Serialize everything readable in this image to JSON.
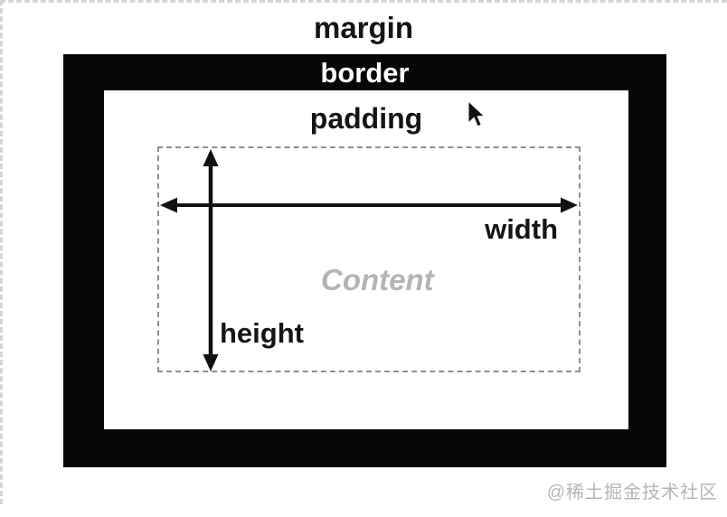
{
  "page": {
    "background": "#ffffff",
    "watermark": "@稀土掘金技术社区"
  },
  "box_model": {
    "margin_label": "margin",
    "border_label": "border",
    "padding_label": "padding",
    "content_label": "Content",
    "width_label": "width",
    "height_label": "height"
  },
  "colors": {
    "border_fill": "#060606",
    "label_text": "#151515",
    "border_label_text": "#ffffff",
    "content_text": "#b4b4b4",
    "content_dash": "#8f8f8f",
    "outer_margin_dash": "#d4d4d4",
    "arrow": "#111111",
    "watermark_text": "#b5b5b5"
  },
  "icons": {
    "cursor": "mouse-pointer-icon"
  }
}
